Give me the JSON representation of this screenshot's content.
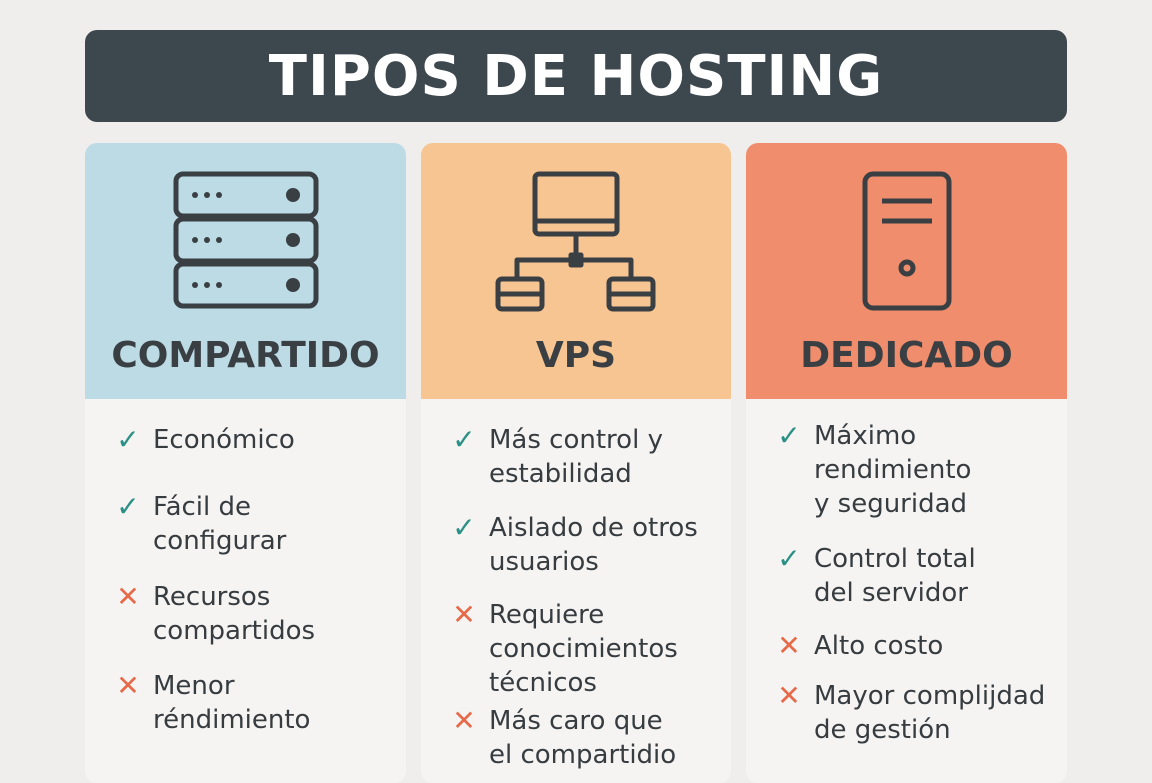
{
  "title": "TIPOS DE HOSTING",
  "colors": {
    "title_bg": "#3d474e",
    "shared": "#bcdbe5",
    "vps": "#f7c592",
    "dedicated": "#ef8d6c",
    "pro": "#2a8f84",
    "con": "#e66a4a"
  },
  "columns": [
    {
      "name": "COMPARTIDO",
      "icon": "server-rack-icon",
      "items": [
        {
          "type": "pro",
          "text": "Económico"
        },
        {
          "type": "pro",
          "text": "Fácil de\nconfigurar"
        },
        {
          "type": "con",
          "text": "Recursos\ncompartidos"
        },
        {
          "type": "con",
          "text": "Menor\nréndimiento"
        }
      ]
    },
    {
      "name": "VPS",
      "icon": "network-monitor-icon",
      "items": [
        {
          "type": "pro",
          "text": "Más control y\nestabilidad"
        },
        {
          "type": "pro",
          "text": "Aislado de otros\nusuarios"
        },
        {
          "type": "con",
          "text": "Requiere\nconocimientos\ntécnicos"
        },
        {
          "type": "con",
          "text": "Más caro que\nel compartidio"
        }
      ]
    },
    {
      "name": "DEDICADO",
      "icon": "tower-server-icon",
      "items": [
        {
          "type": "pro",
          "text": "Máximo\nrendimiento\ny seguridad"
        },
        {
          "type": "pro",
          "text": "Control total\ndel servidor"
        },
        {
          "type": "con",
          "text": "Alto costo"
        },
        {
          "type": "con",
          "text": "Mayor complijdad\nde gestión"
        }
      ]
    }
  ],
  "marks": {
    "pro": "✓",
    "con": "✕"
  }
}
